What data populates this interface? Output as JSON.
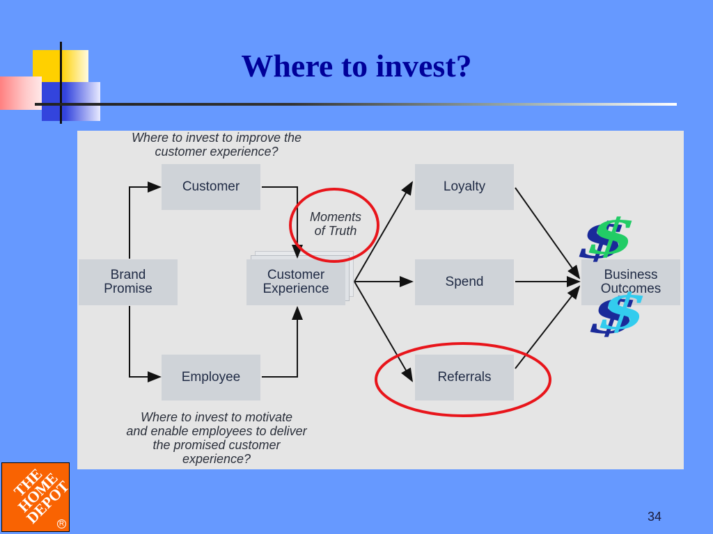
{
  "slide": {
    "title": "Where to invest?",
    "number": "34"
  },
  "logo": {
    "text": "THE\nHOME\nDEPOT",
    "registered": "R"
  },
  "diagram": {
    "question_top": "Where to invest to improve the\ncustomer experience?",
    "question_bottom": "Where to invest to motivate\nand enable employees to deliver\nthe promised customer\nexperience?",
    "moments_of_truth": "Moments\nof Truth",
    "nodes": {
      "brand_promise": "Brand\nPromise",
      "customer": "Customer",
      "employee": "Employee",
      "customer_experience": "Customer\nExperience",
      "loyalty": "Loyalty",
      "spend": "Spend",
      "referrals": "Referrals",
      "business_outcomes": "Business\nOutcomes"
    },
    "symbols": {
      "dollar_top": "$",
      "dollar_bottom": "$"
    }
  },
  "colors": {
    "background": "#6699ff",
    "title": "#000099",
    "highlight_circle": "#e8151b",
    "logo": "#f96302",
    "dollar_green": "#22cc66",
    "dollar_cyan": "#33ccee",
    "dollar_shadow": "#1a2a99"
  }
}
